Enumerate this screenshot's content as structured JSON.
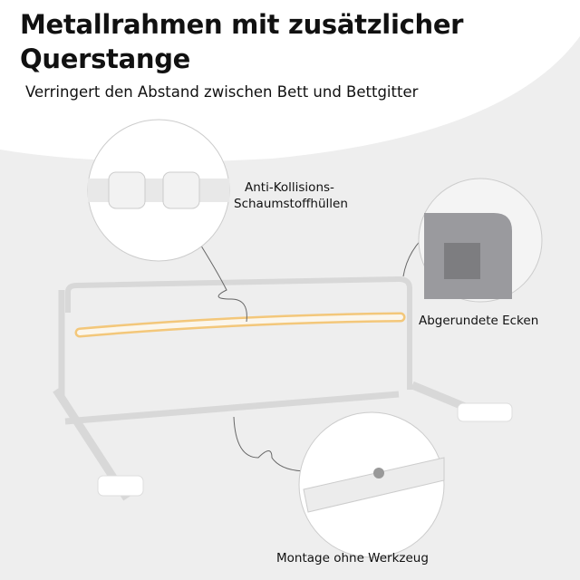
{
  "header": {
    "title_line1": "Metallrahmen mit zusätzlicher",
    "title_line2": "Querstange",
    "subtitle": "Verringert den Abstand zwischen Bett und Bettgitter"
  },
  "callouts": {
    "foam": {
      "line1": "Anti-Kollisions-",
      "line2": "Schaumstoffhüllen"
    },
    "corners": "Abgerundete Ecken",
    "mounting": "Montage ohne Werkzeug"
  },
  "colors": {
    "foam_bar": "#f3c77a",
    "fabric": "#9a9a9e",
    "frame": "#ffffff"
  }
}
